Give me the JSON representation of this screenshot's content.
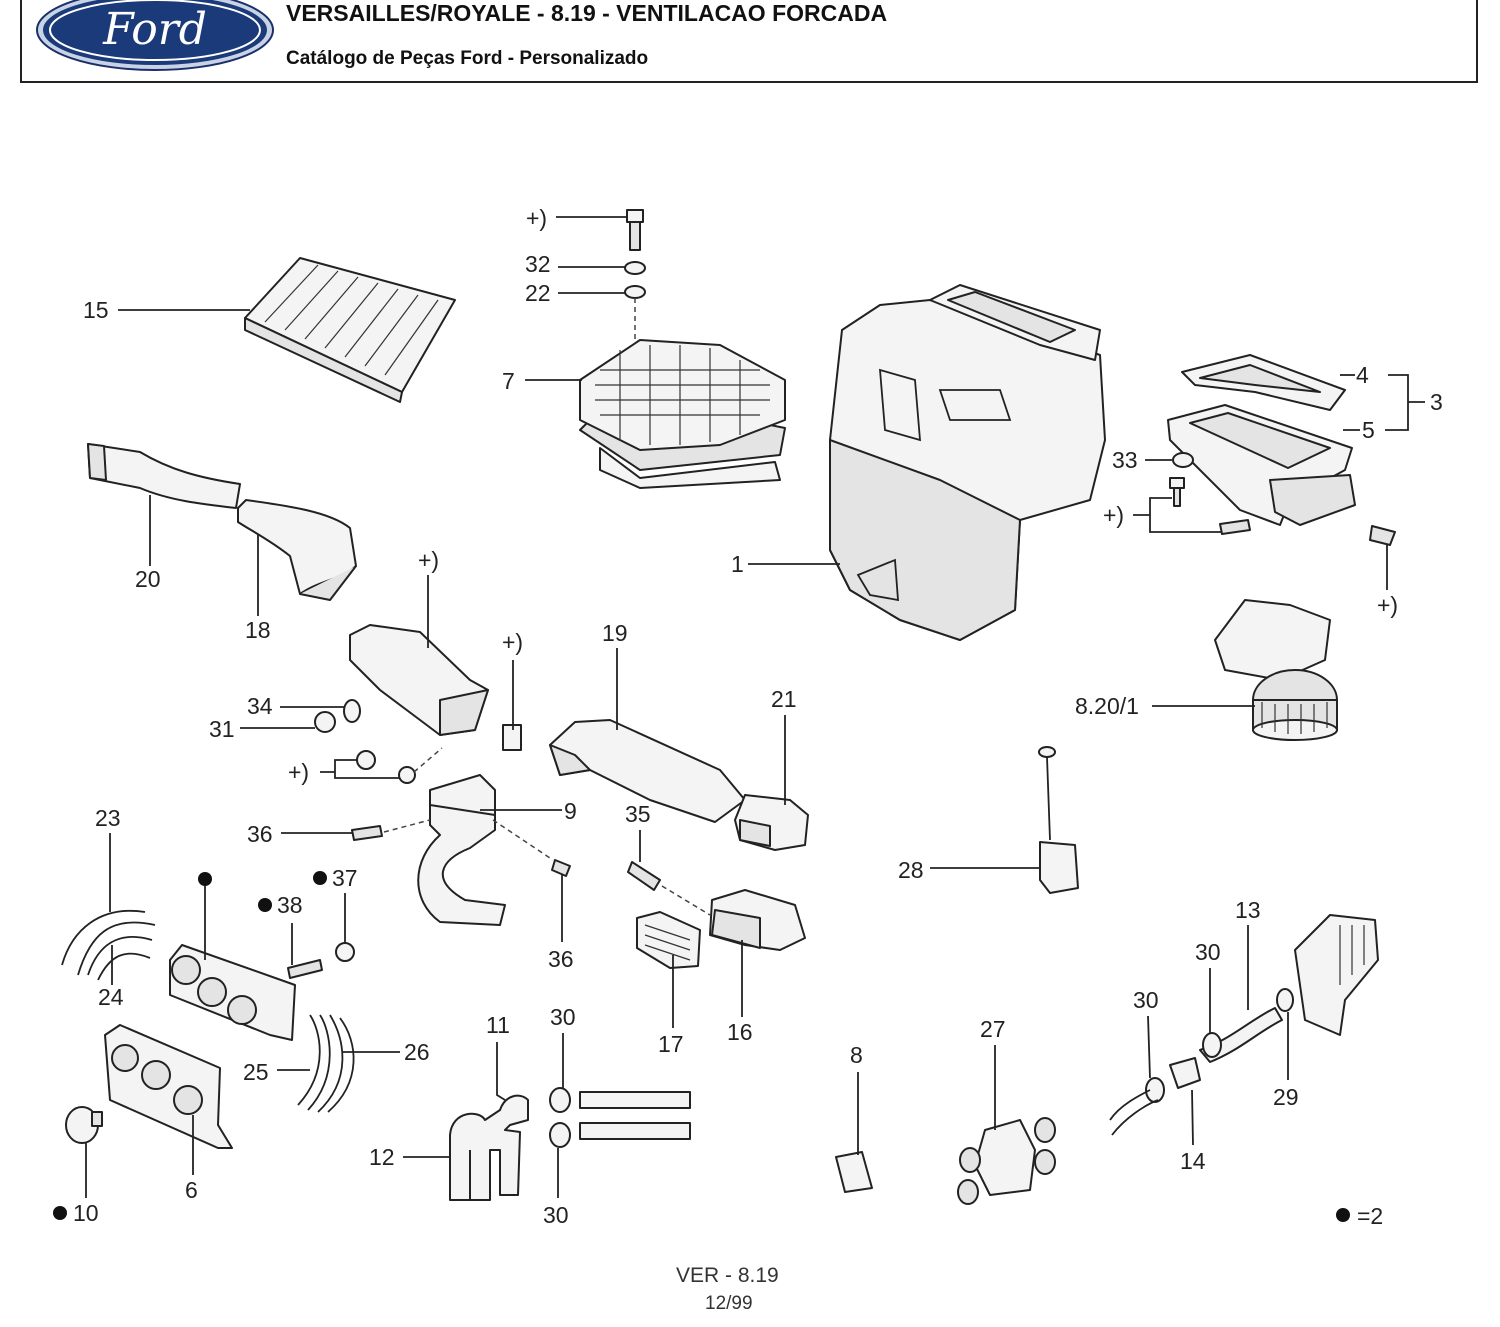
{
  "header": {
    "logo_text": "Ford",
    "title": "VERSAILLES/ROYALE - 8.19 - VENTILACAO FORCADA",
    "subtitle": "Catálogo de Peças Ford - Personalizado"
  },
  "callouts": {
    "c15": "15",
    "c20": "20",
    "c18": "18",
    "c_plus_bolt": "+)",
    "c32": "32",
    "c22": "22",
    "c7": "7",
    "c4": "4",
    "c3": "3",
    "c5": "5",
    "c33": "33",
    "c_plus_33": "+)",
    "c1": "1",
    "c_plus_right": "+)",
    "c8201": "8.20/1",
    "c_plus_duct": "+)",
    "c34": "34",
    "c31": "31",
    "c_plus_nut": "+)",
    "c_plus_clip": "+)",
    "c19": "19",
    "c21": "21",
    "c9": "9",
    "c36a": "36",
    "c36b": "36",
    "c35": "35",
    "c23": "23",
    "c24": "24",
    "c37": "37",
    "c38": "38",
    "c17": "17",
    "c16": "16",
    "c28": "28",
    "c25": "25",
    "c26": "26",
    "c6": "6",
    "c10": "10",
    "c11": "11",
    "c12": "12",
    "c30a": "30",
    "c30b": "30",
    "c8": "8",
    "c27": "27",
    "c13": "13",
    "c30c": "30",
    "c30d": "30",
    "c14": "14",
    "c29": "29"
  },
  "legend": {
    "note": "=2"
  },
  "footer": {
    "code": "VER - 8.19",
    "date": "12/99"
  }
}
